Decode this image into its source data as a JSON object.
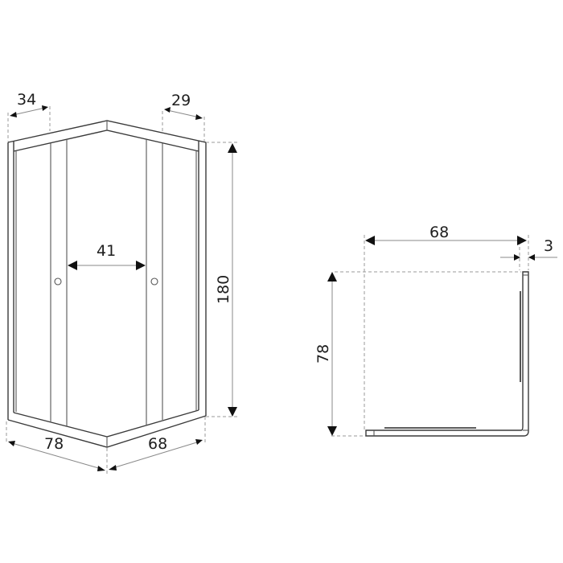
{
  "drawing": {
    "title": "Corner shower enclosure dimension drawing",
    "units": "cm",
    "front_view": {
      "top_offset_left": "34",
      "top_offset_right": "29",
      "door_opening": "41",
      "height": "180",
      "base_left": "78",
      "base_right": "68"
    },
    "top_view": {
      "width": "68",
      "profile": "3",
      "depth": "78"
    }
  },
  "colors": {
    "line": "#3a3a3a",
    "dimension": "#8a8a8a",
    "arrow": "#111111",
    "background": "#ffffff"
  }
}
